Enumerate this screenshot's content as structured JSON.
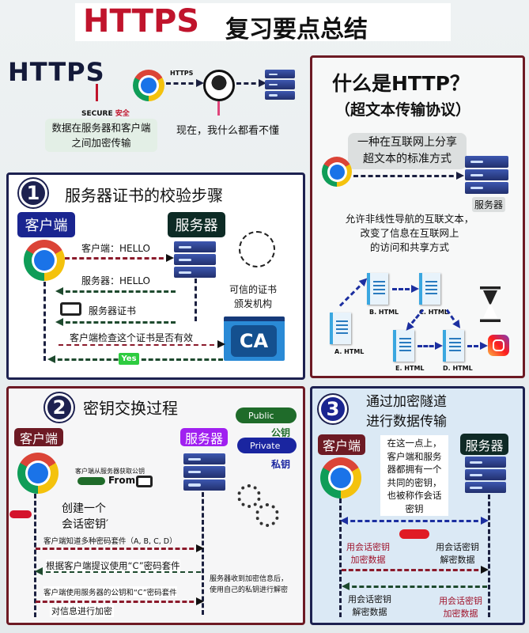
{
  "title": {
    "main": "HTTPS",
    "sub": "复习要点总结"
  },
  "intro": {
    "logo": "HTTPS",
    "secure_en": "SECURE",
    "secure_cn": "安全",
    "desc": [
      "数据在服务器和客户端",
      "之间加密传输"
    ],
    "https_label": "HTTPS",
    "hacker_text": "现在，我什么都看不懂"
  },
  "panel1": {
    "number": "1",
    "title": "服务器证书的校验步骤",
    "client": "客户端",
    "server": "服务器",
    "hello_client": "客户端：HELLO",
    "hello_server": "服务器：HELLO",
    "cert": "服务器证书",
    "ca_label": [
      "可信的证书",
      "颁发机构"
    ],
    "ca": "CA",
    "check": "客户端检查这个证书是否有效",
    "yes": "Yes"
  },
  "http": {
    "title": "什么是HTTP？",
    "subtitle": "（超文本传输协议）",
    "def": [
      "一种在互联网上分享",
      "超文本的标准方式"
    ],
    "server": "服务器",
    "desc": [
      "允许非线性导航的互联文本，",
      "改变了信息在互联网上",
      "的访问和共享方式"
    ],
    "docs": [
      "A. HTML",
      "B. HTML",
      "C. HTML",
      "E. HTML",
      "D. HTML"
    ]
  },
  "panel2": {
    "number": "2",
    "title": "密钥交换过程",
    "client": "客户端",
    "server": "服务器",
    "public_key": "Public",
    "public_cn": "公钥",
    "private_key": "Private",
    "private_cn": "私钥",
    "get_key": "客户端从服务器获取公钥",
    "from": "From",
    "create": [
      "创建一个",
      "会话密钥′"
    ],
    "suites": "客户端知道多种密码套件（A, B, C, D）",
    "choose": "根据客户端提议使用“C”密码套件",
    "server_decrypt": [
      "服务器收到加密信息后，",
      "使用自己的私钥进行解密"
    ],
    "encrypt1": "客户端使用服务器的公钥和“C”密码套件",
    "encrypt2": "对信息进行加密"
  },
  "panel3": {
    "number": "3",
    "title": [
      "通过加密隧道",
      "进行数据传输"
    ],
    "client": "客户端",
    "server": "服务器",
    "note": [
      "在这一点上，",
      "客户端和服务",
      "器都拥有一个",
      "共同的密钥，",
      "也被称作会话",
      "密钥"
    ],
    "c_enc": [
      "用会话密钥",
      "加密数据"
    ],
    "s_dec": [
      "用会话密钥",
      "解密数据"
    ],
    "c_dec": [
      "用会话密钥",
      "解密数据"
    ],
    "s_enc": [
      "用会话密钥",
      "加密数据"
    ]
  },
  "colors": {
    "red": "#c0142c",
    "navy": "#1d2150",
    "maroon": "#6d1a24",
    "purple": "#a020f0",
    "yes_green": "#2ecc40"
  }
}
